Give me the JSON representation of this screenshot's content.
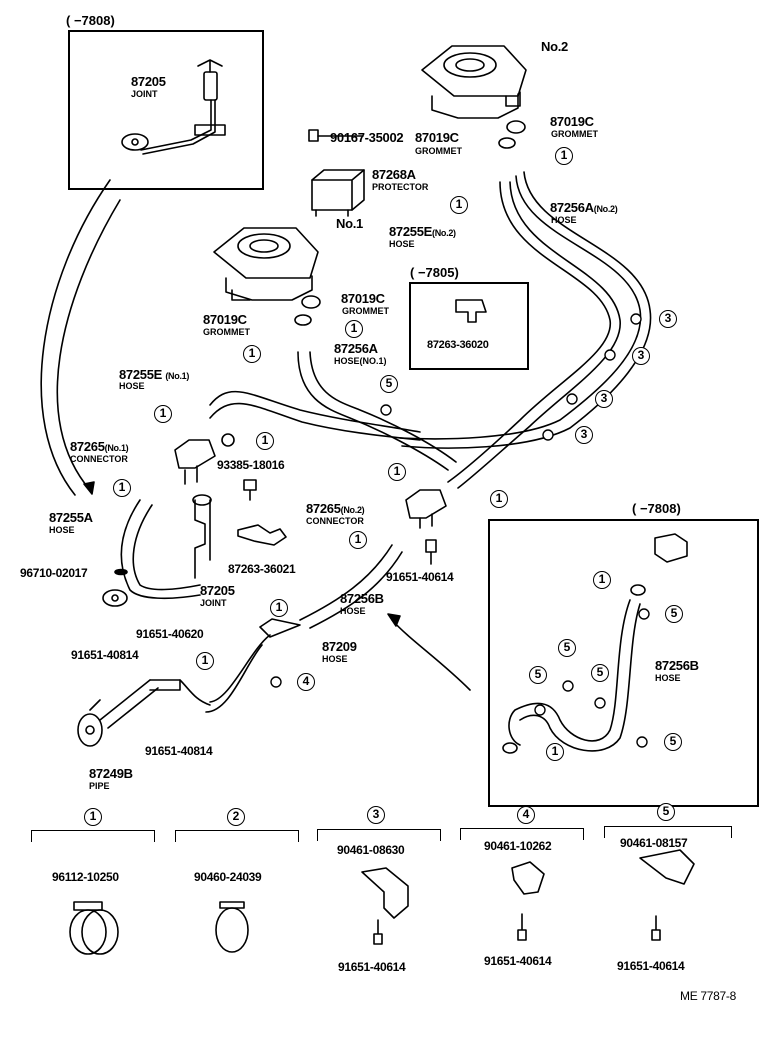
{
  "insets": {
    "top_left": "(      −7808)",
    "mid": "(      −7805)",
    "right": "(      −7808)"
  },
  "labels": {
    "no2": "No.2",
    "no1": "No.1",
    "p87205_top": "87205",
    "joint_top": "JOINT",
    "p90167": "90167-35002",
    "p87019C_a": "87019C",
    "grommet_a": "GROMMET",
    "p87019C_b": "87019C",
    "grommet_b": "GROMMET",
    "p87268A": "87268A",
    "protector": "PROTECTOR",
    "p87256A_no2": "87256A",
    "no2_small": "(No.2)",
    "hose_a": "HOSE",
    "p87255E_no2": "87255E",
    "no2_small_b": "(No.2)",
    "hose_b": "HOSE",
    "p87019C_c": "87019C",
    "grommet_c": "GROMMET",
    "p87019C_d": "87019C",
    "grommet_d": "GROMMET",
    "p87263_mid": "87263-36020",
    "p87256A": "87256A",
    "hose_no1": "HOSE(NO.1)",
    "p87255E_no1": "87255E",
    "no1_small": "(No.1)",
    "hose_c": "HOSE",
    "p87265_no1": "87265",
    "no1_small_b": "(No.1)",
    "connector_a": "CONNECTOR",
    "p93385": "93385-18016",
    "p87255A": "87255A",
    "hose_d": "HOSE",
    "p87265_no2": "87265",
    "no2_small_c": "(No.2)",
    "connector_b": "CONNECTOR",
    "p96710": "96710-02017",
    "p87263_b": "87263-36021",
    "p87205": "87205",
    "joint_b": "JOINT",
    "p91651_40614_a": "91651-40614",
    "p87256B_a": "87256B",
    "hose_e": "HOSE",
    "p91651_40620": "91651-40620",
    "p91651_40814_a": "91651-40814",
    "p87209": "87209",
    "hose_f": "HOSE",
    "p91651_40814_b": "91651-40814",
    "p87249B": "87249B",
    "pipe": "PIPE",
    "p87256B_b": "87256B",
    "hose_g": "HOSE"
  },
  "legend": [
    {
      "num": "1",
      "part": "96112-10250",
      "bolt": ""
    },
    {
      "num": "2",
      "part": "90460-24039",
      "bolt": ""
    },
    {
      "num": "3",
      "part": "90461-08630",
      "bolt": "91651-40614"
    },
    {
      "num": "4",
      "part": "90461-10262",
      "bolt": "91651-40614"
    },
    {
      "num": "5",
      "part": "90461-08157",
      "bolt": "91651-40614"
    }
  ],
  "callouts": [
    "1",
    "3",
    "4",
    "5"
  ],
  "footer": "ME 7787-8"
}
